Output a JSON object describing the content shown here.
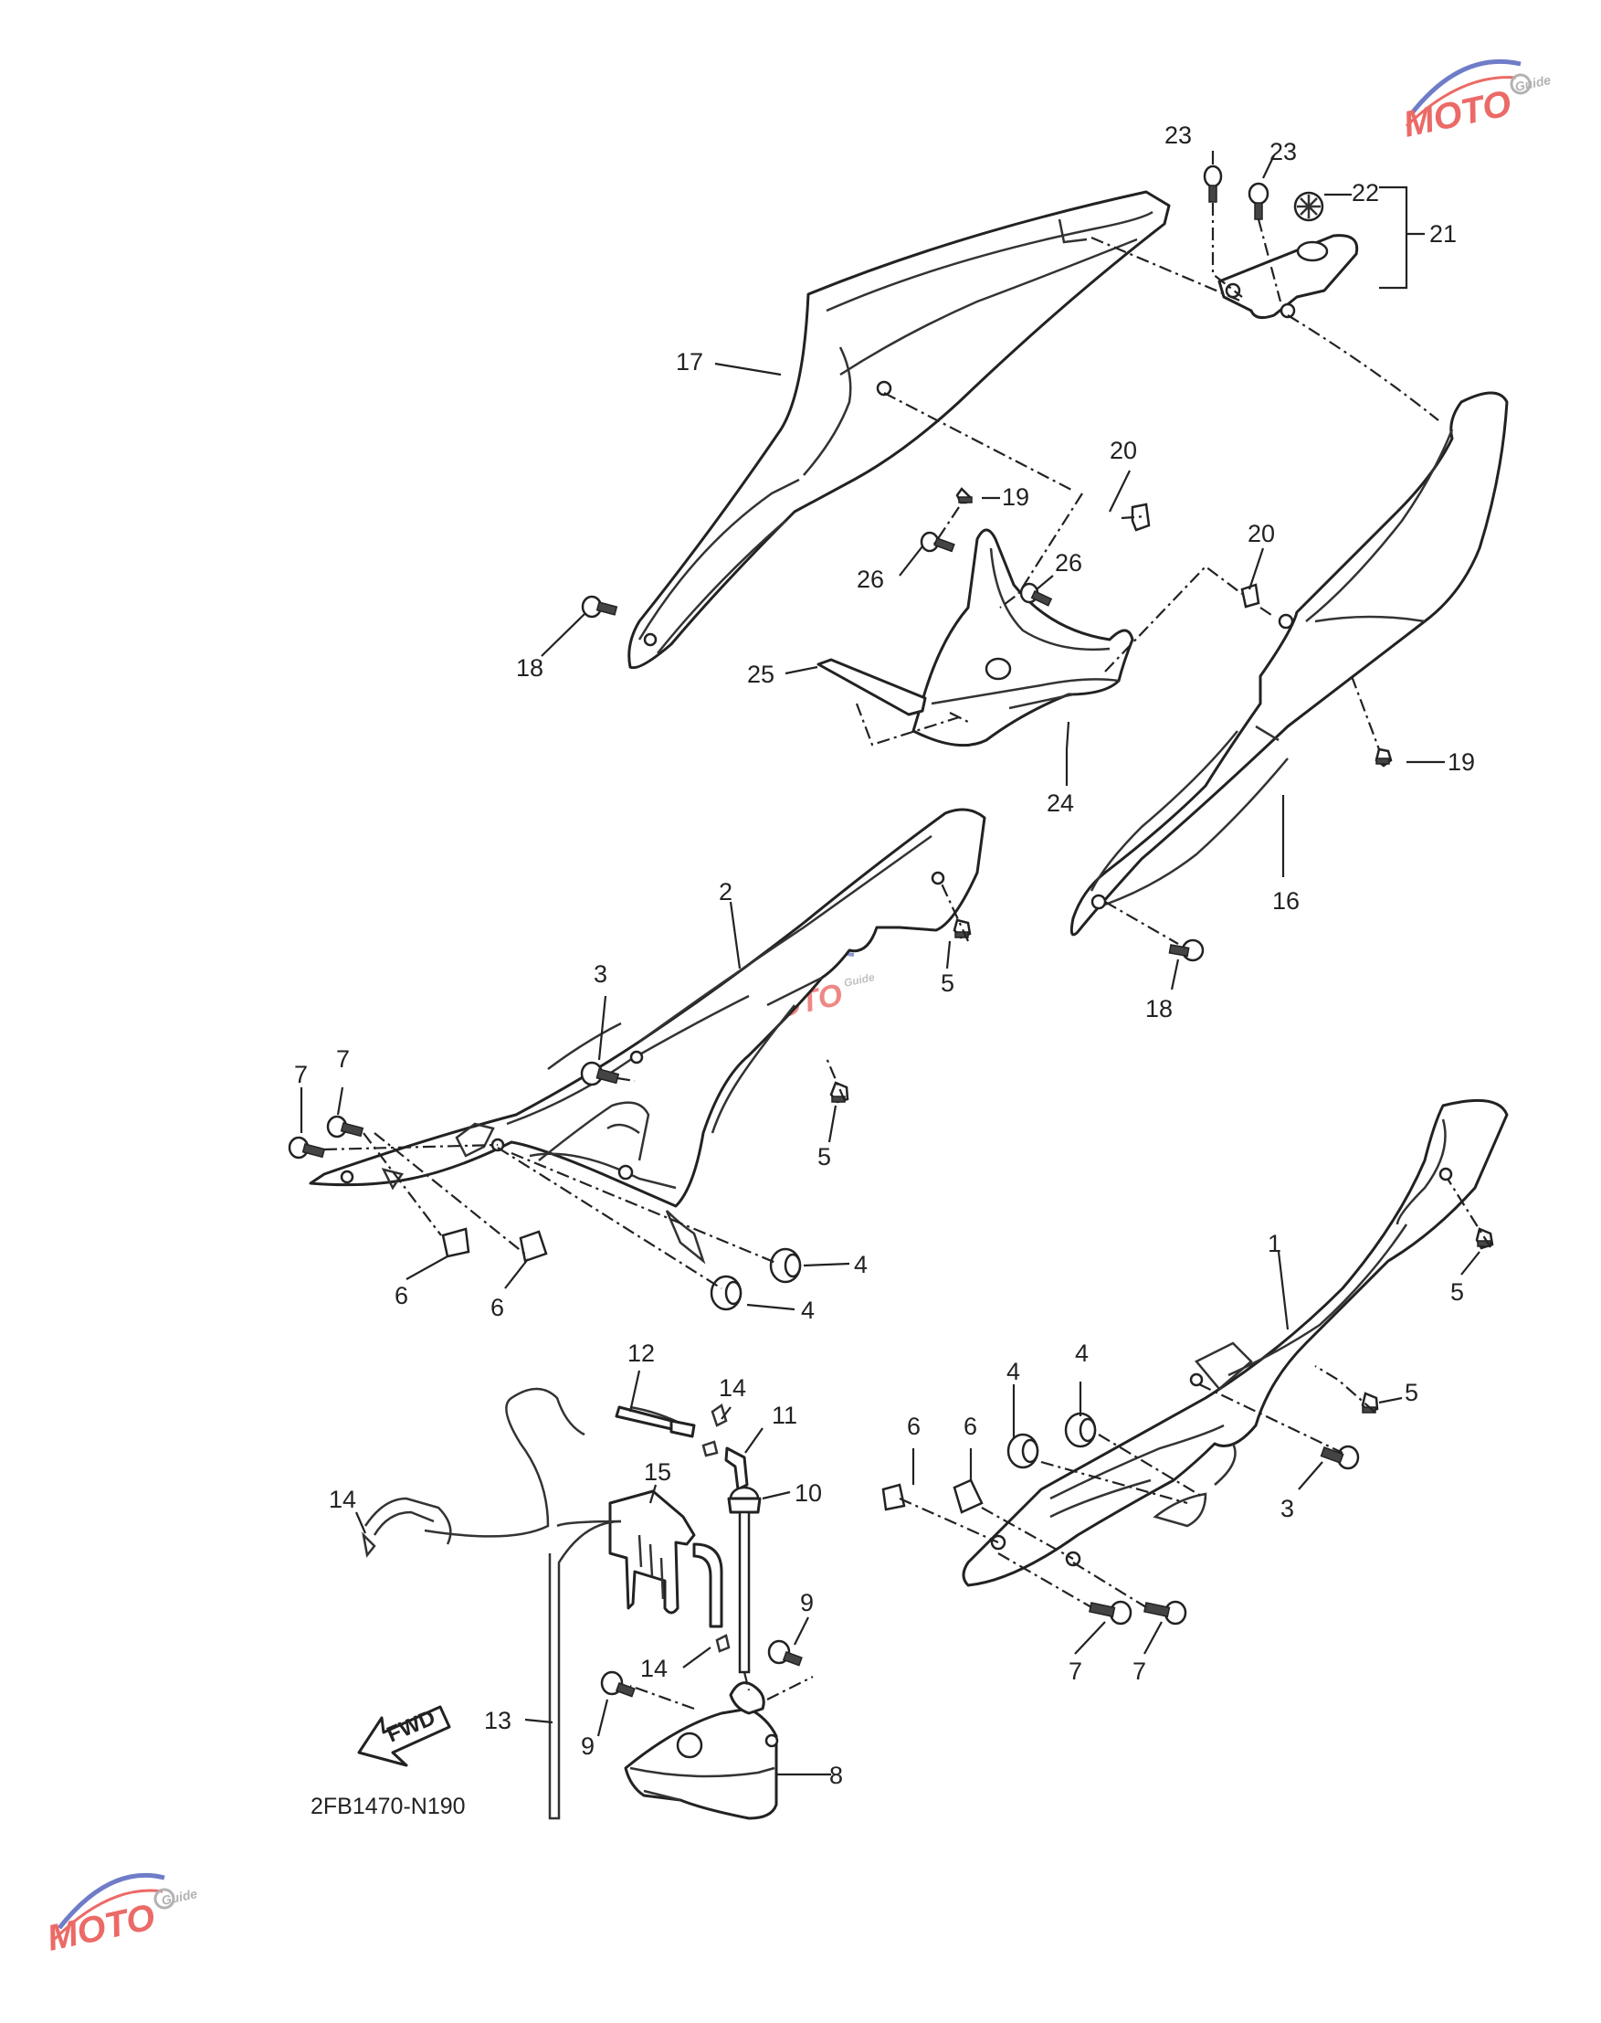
{
  "diagram_code": "2FB1470-N190",
  "fwd_label": "FWD",
  "watermark_text": "MOTO",
  "watermark_sub": "Guide",
  "colors": {
    "line": "#222222",
    "watermark_red": "#e53935",
    "watermark_blue": "#3f51b5"
  },
  "callouts": [
    "23",
    "23",
    "22",
    "21",
    "17",
    "20",
    "19",
    "26",
    "26",
    "20",
    "25",
    "24",
    "19",
    "16",
    "18",
    "18",
    "2",
    "3",
    "5",
    "5",
    "7",
    "7",
    "6",
    "6",
    "4",
    "4",
    "1",
    "5",
    "5",
    "4",
    "4",
    "6",
    "6",
    "3",
    "7",
    "7",
    "12",
    "14",
    "11",
    "10",
    "14",
    "15",
    "9",
    "14",
    "9",
    "13",
    "8"
  ]
}
